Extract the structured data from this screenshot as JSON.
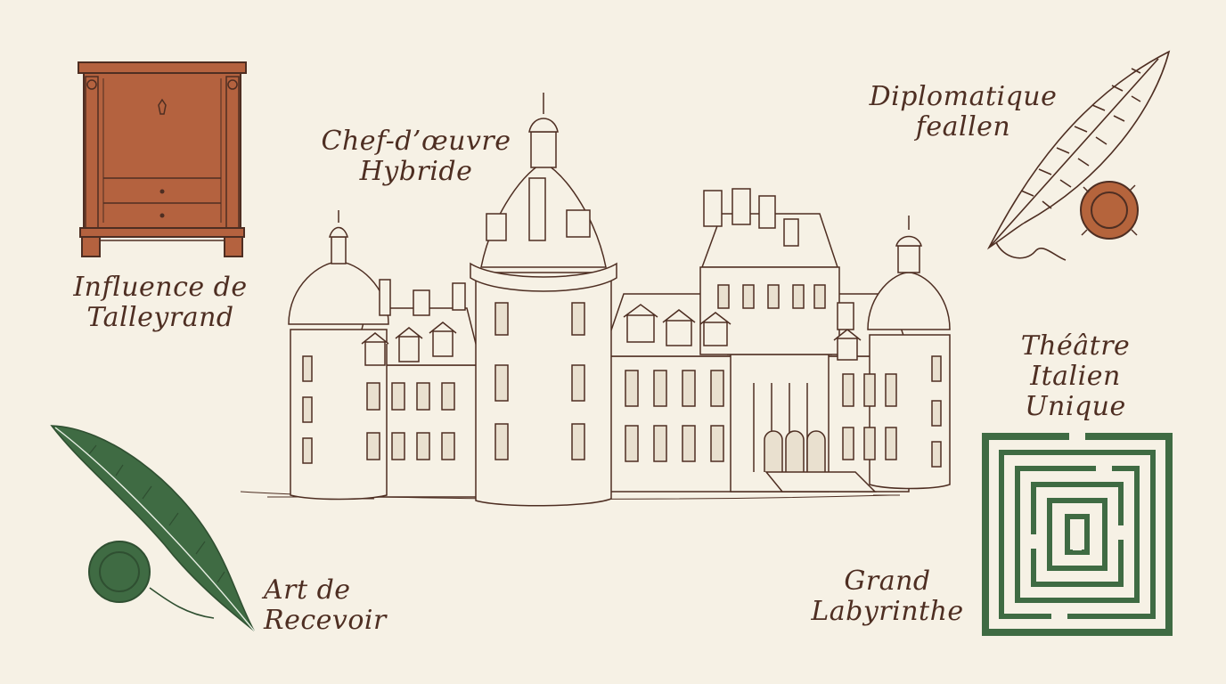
{
  "labels": {
    "masterpiece": {
      "line1": "Chef-d’œuvre",
      "line2": "Hybride"
    },
    "talleyrand": {
      "line1": "Influence de",
      "line2": "Talleyrand"
    },
    "diplomatic": {
      "line1": "Diplomatique",
      "line2": "feallen"
    },
    "theatre": {
      "line1": "Théâtre",
      "line2": "Italien",
      "line3": "Unique"
    },
    "labyrinth": {
      "line1": "Grand",
      "line2": "Labyrinthe"
    },
    "reception": {
      "line1": "Art de Recevoir"
    }
  },
  "icons": {
    "cabinet": "cabinet-icon",
    "quill_plain": "quill-icon",
    "quill_green": "green-quill-icon",
    "seal_red": "wax-seal-icon",
    "seal_green": "green-wax-seal-icon",
    "labyrinth": "labyrinth-icon",
    "chateau": "chateau-illustration"
  },
  "colors": {
    "background": "#f6f1e5",
    "ink": "#4e2e22",
    "terracotta": "#b4623f",
    "forest_green": "#3f6b43",
    "seal_red": "#b5643c"
  }
}
